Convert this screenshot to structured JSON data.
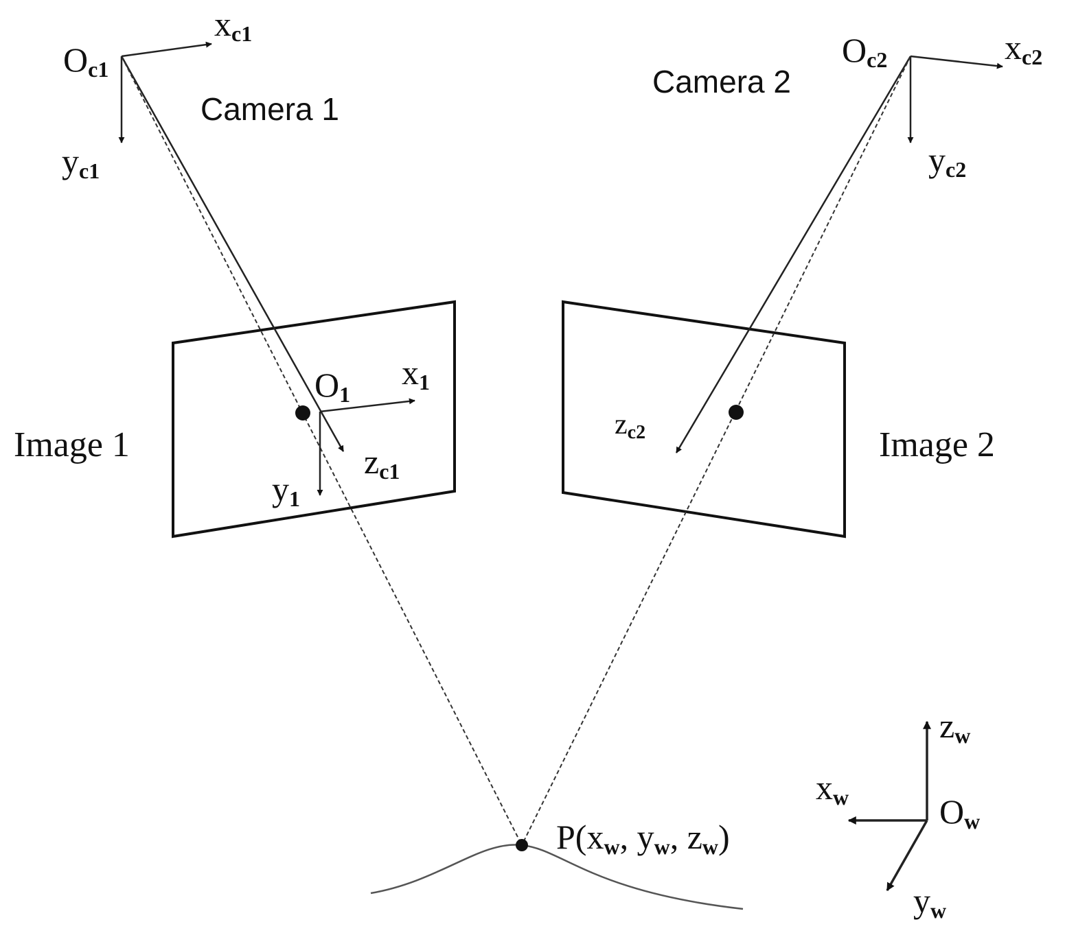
{
  "camera1": {
    "label": "Camera 1",
    "origin": {
      "main": "O",
      "sub": "c1"
    },
    "x_axis": {
      "main": "x",
      "sub": "c1"
    },
    "y_axis": {
      "main": "y",
      "sub": "c1"
    },
    "z_axis": {
      "main": "z",
      "sub": "c1"
    }
  },
  "camera2": {
    "label": "Camera 2",
    "origin": {
      "main": "O",
      "sub": "c2"
    },
    "x_axis": {
      "main": "x",
      "sub": "c2"
    },
    "y_axis": {
      "main": "y",
      "sub": "c2"
    },
    "z_axis": {
      "main": "z",
      "sub": "c2"
    }
  },
  "image1": {
    "label": "Image 1",
    "origin": {
      "main": "O",
      "sub": "1"
    },
    "x_axis": {
      "main": "x",
      "sub": "1"
    },
    "y_axis": {
      "main": "y",
      "sub": "1"
    }
  },
  "image2": {
    "label": "Image 2"
  },
  "world": {
    "origin": {
      "main": "O",
      "sub": "w"
    },
    "x_axis": {
      "main": "x",
      "sub": "w"
    },
    "y_axis": {
      "main": "y",
      "sub": "w"
    },
    "z_axis": {
      "main": "z",
      "sub": "w"
    }
  },
  "point": {
    "prefix": "P(",
    "x": {
      "main": "x",
      "sub": "w"
    },
    "sep1": ", ",
    "y": {
      "main": "y",
      "sub": "w"
    },
    "sep2": ", ",
    "z": {
      "main": "z",
      "sub": "w"
    },
    "suffix": ")"
  }
}
